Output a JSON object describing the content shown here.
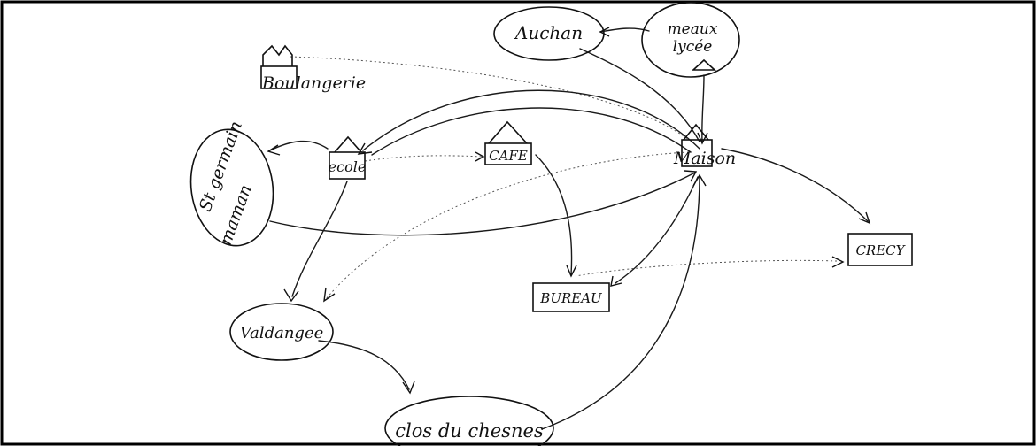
{
  "nodes": {
    "auchan": "Auchan",
    "meaux": "meaux",
    "meaux_line2": "lycée",
    "boulangerie": "Boulangerie",
    "st_germain": "St germain",
    "maman": "maman",
    "ecole": "ecole",
    "cafe": "CAFE",
    "maison": "Maison",
    "crecy": "CRECY",
    "bureau": "BUREAU",
    "valdange": "Valdangee",
    "clos": "clos du chesnes"
  }
}
